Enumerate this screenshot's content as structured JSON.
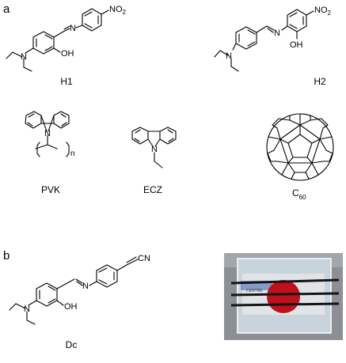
{
  "panels": {
    "a": "a",
    "b": "b"
  },
  "atoms": {
    "N": "N",
    "NO2": "NO",
    "NO2_sub": "2",
    "OH": "OH",
    "CN": "CN",
    "n": "n",
    "C": "C",
    "C_sub": "60"
  },
  "compounds": {
    "h1": "H1",
    "h2": "H2",
    "pvk": "PVK",
    "ecz": "ECZ",
    "dc": "Dc"
  },
  "photo": {
    "device_text": "CENTRE"
  },
  "colors": {
    "line": "#000000",
    "photo_bg": "#8c8f94",
    "glass": "#c9d3dc",
    "red_dot": "#c0101a",
    "tape_blue": "#3a5fb0"
  }
}
